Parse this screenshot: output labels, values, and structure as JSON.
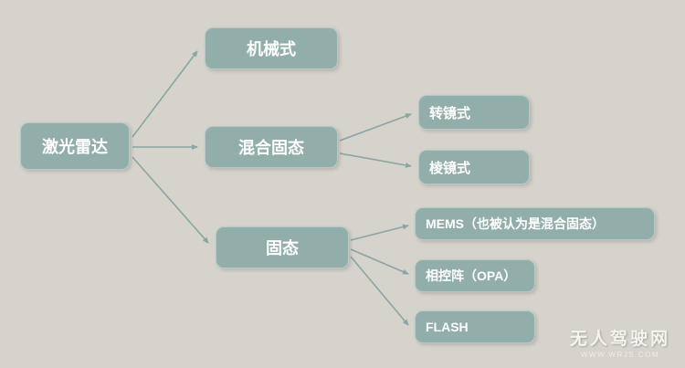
{
  "diagram": {
    "root": {
      "label": "激光雷达"
    },
    "level1": [
      {
        "label": "机械式"
      },
      {
        "label": "混合固态"
      },
      {
        "label": "固态"
      }
    ],
    "level2_hybrid": [
      {
        "label": "转镜式"
      },
      {
        "label": "棱镜式"
      }
    ],
    "level2_solid": [
      {
        "label": "MEMS（也被认为是混合固态）"
      },
      {
        "label": "相控阵（OPA）"
      },
      {
        "label": "FLASH"
      }
    ]
  },
  "watermark": {
    "title": "无人驾驶网",
    "subtitle": "WWW.WRJS.COM"
  },
  "colors": {
    "background": "#d5d3cb",
    "node_fill": "#92aeaa",
    "arrow": "#8aa6a2",
    "text": "#ffffff"
  }
}
